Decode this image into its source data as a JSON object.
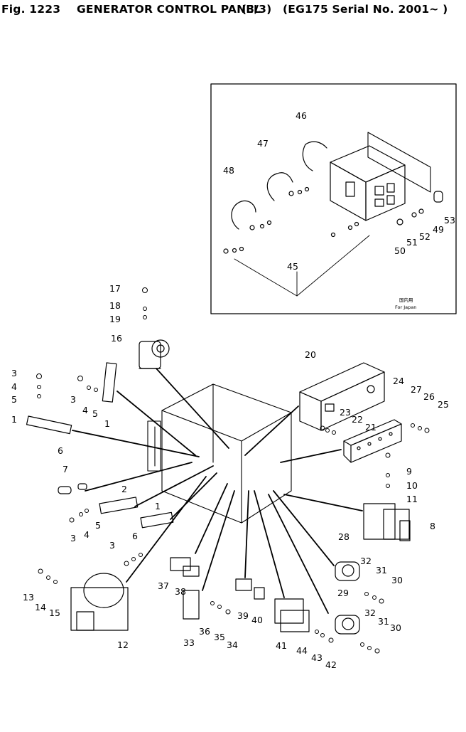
{
  "header": {
    "fig": "Fig. 1223",
    "title": "GENERATOR CONTROL PANEL",
    "sheet": "(3/3)",
    "model": "(EG175 Serial No. 2001~ )"
  },
  "inset": {
    "note_jp": "国内用",
    "note_en": "For Japan"
  },
  "callouts": [
    "1",
    "1",
    "1",
    "2",
    "3",
    "3",
    "3",
    "3",
    "4",
    "4",
    "4",
    "5",
    "5",
    "5",
    "6",
    "7",
    "8",
    "9",
    "10",
    "11",
    "12",
    "13",
    "14",
    "15",
    "16",
    "17",
    "18",
    "19",
    "20",
    "21",
    "22",
    "23",
    "24",
    "25",
    "26",
    "27",
    "28",
    "29",
    "30",
    "30",
    "31",
    "31",
    "32",
    "32",
    "33",
    "34",
    "35",
    "36",
    "37",
    "38",
    "39",
    "40",
    "41",
    "42",
    "43",
    "44",
    "45",
    "46",
    "47",
    "48",
    "49",
    "50",
    "51",
    "52",
    "53"
  ]
}
